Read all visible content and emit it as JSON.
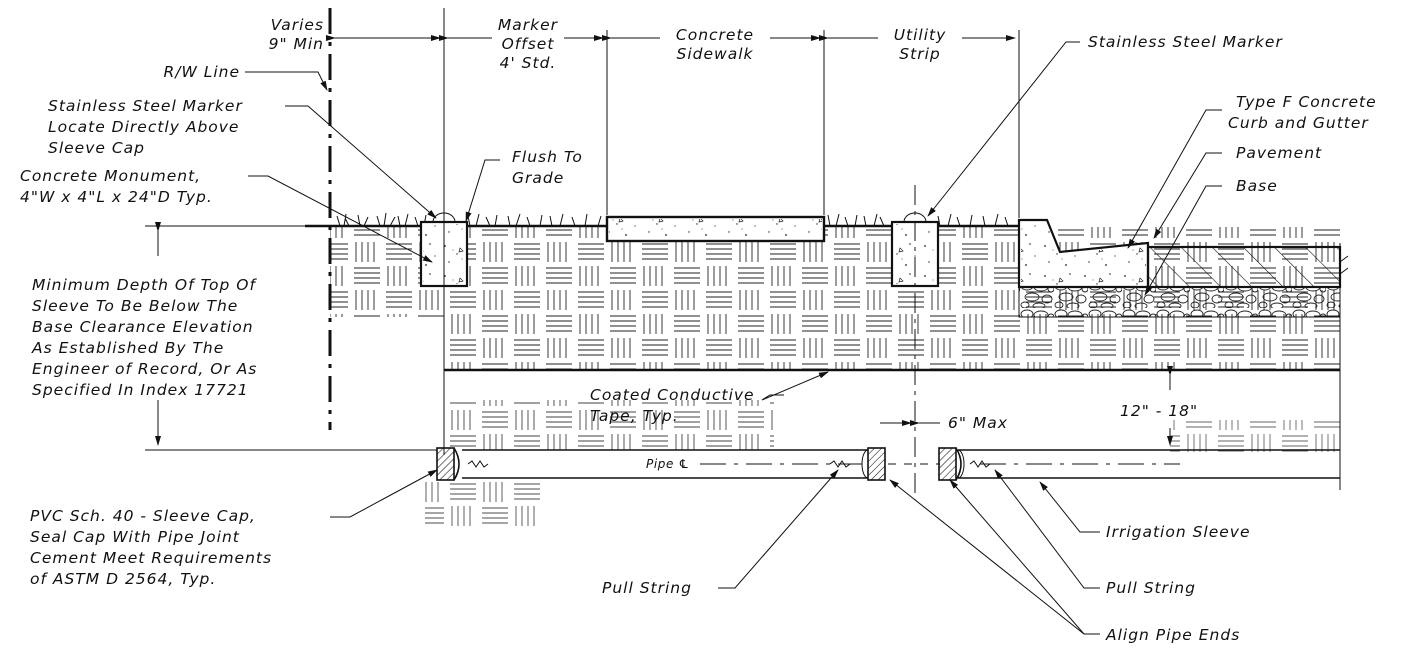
{
  "labels": {
    "varies": "Varies",
    "nine_min": "9\" Min",
    "rw_line": "R/W Line",
    "marker_offset_1": "Marker",
    "marker_offset_2": "Offset",
    "marker_offset_3": "4' Std.",
    "concrete_sidewalk_1": "Concrete",
    "concrete_sidewalk_2": "Sidewalk",
    "utility_strip_1": "Utility",
    "utility_strip_2": "Strip",
    "ss_marker_right": "Stainless Steel Marker",
    "ss_marker_left_1": "Stainless Steel Marker",
    "ss_marker_left_2": "Locate Directly Above",
    "ss_marker_left_3": "Sleeve Cap",
    "flush_1": "Flush To",
    "flush_2": "Grade",
    "monument_1": "Concrete Monument,",
    "monument_2": "4\"W x 4\"L x 24\"D Typ.",
    "type_f_1": "Type F Concrete",
    "type_f_2": "Curb and Gutter",
    "pavement": "Pavement",
    "base": "Base",
    "min_depth_1": "Minimum Depth Of Top Of",
    "min_depth_2": "Sleeve To Be Below The",
    "min_depth_3": "Base Clearance Elevation",
    "min_depth_4": "As Established By The",
    "min_depth_5": "Engineer of Record, Or As",
    "min_depth_6": "Specified In Index 17721",
    "tape_1": "Coated Conductive",
    "tape_2": "Tape, Typ.",
    "six_max": "6\" Max",
    "twelve_eighteen": "12\" - 18\"",
    "pipe_cl": "Pipe ℄",
    "pvc_1": "PVC Sch. 40 - Sleeve Cap,",
    "pvc_2": "Seal Cap With Pipe Joint",
    "pvc_3": "Cement Meet Requirements",
    "pvc_4": "of ASTM D 2564, Typ.",
    "irrigation_sleeve": "Irrigation Sleeve",
    "pull_string_left": "Pull String",
    "pull_string_right": "Pull String",
    "align_pipe_ends": "Align Pipe Ends"
  },
  "colors": {
    "line": "#111111",
    "background": "#ffffff"
  }
}
